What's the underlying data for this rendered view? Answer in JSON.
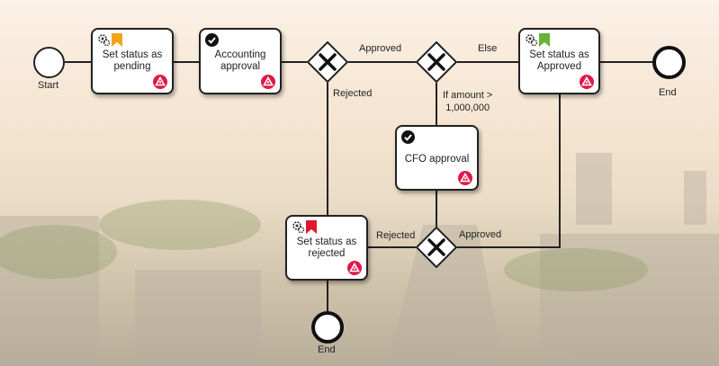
{
  "diagram": {
    "events": {
      "start_label": "Start",
      "end_label_right": "End",
      "end_label_bottom": "End"
    },
    "tasks": {
      "set_pending": "Set status as\npending",
      "accounting": "Accounting\napproval",
      "set_approved": "Set status as\nApproved",
      "cfo": "CFO approval",
      "set_rejected": "Set status as\nrejected"
    },
    "flows": {
      "approved_top": "Approved",
      "else_label": "Else",
      "rejected_left": "Rejected",
      "amount_condition": "If amount >\n1,000,000",
      "rejected_bottom": "Rejected",
      "approved_bottom": "Approved"
    },
    "icons": {
      "service_task": "gear-icon",
      "user_task": "check-circle-icon",
      "subprocess": "subprocess-icon",
      "status_flag": "flag-icon",
      "gateway": "exclusive-gateway-x-icon"
    },
    "colors": {
      "flag_pending": "#f2a31b",
      "flag_approved": "#6ab03a",
      "flag_rejected": "#e0182d",
      "subprocess_badge": "#e0184a"
    }
  }
}
